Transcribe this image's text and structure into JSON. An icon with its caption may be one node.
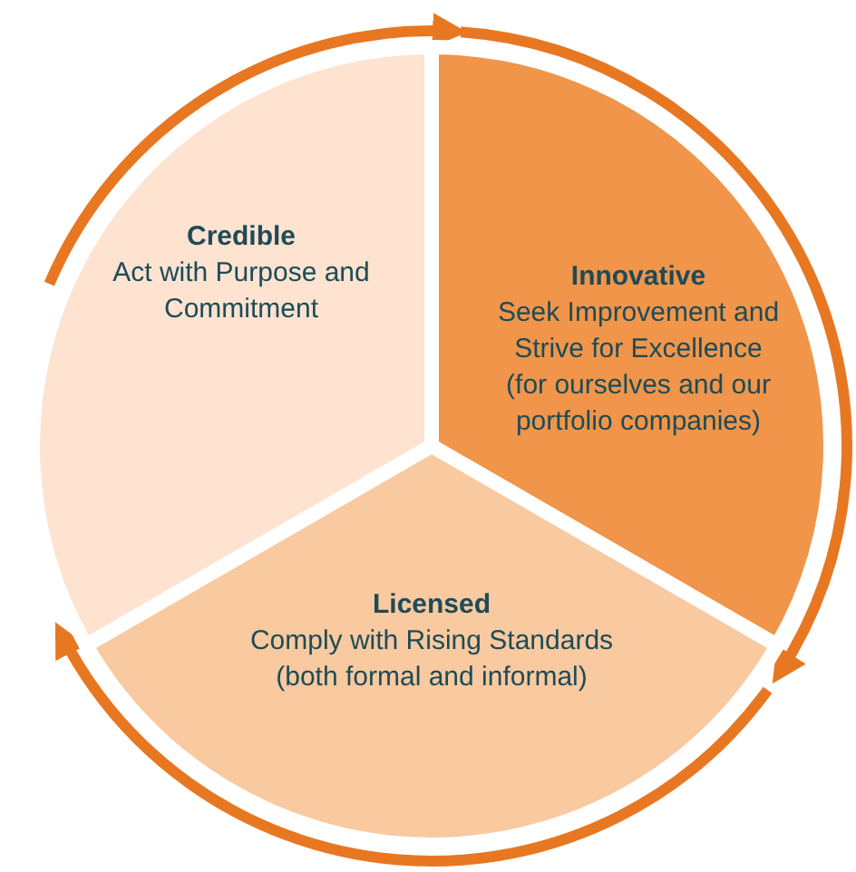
{
  "diagram": {
    "nodes": [
      {
        "text": [
          "Credible",
          "Act with Purpose and Commitment"
        ]
      },
      {
        "text": [
          "Innovative",
          "Seek Improvement and Strive for Excellence",
          "(for ourselves and our portfolio companies)"
        ]
      },
      {
        "text": [
          "Licensed",
          "Comply with Rising Standards",
          "(both formal and informal)"
        ]
      }
    ],
    "edges": [
      {
        "from": 0,
        "to": 1,
        "arrow": "to"
      },
      {
        "from": 1,
        "to": 2,
        "arrow": "to"
      },
      {
        "from": 2,
        "to": 0,
        "arrow": "to"
      }
    ]
  }
}
